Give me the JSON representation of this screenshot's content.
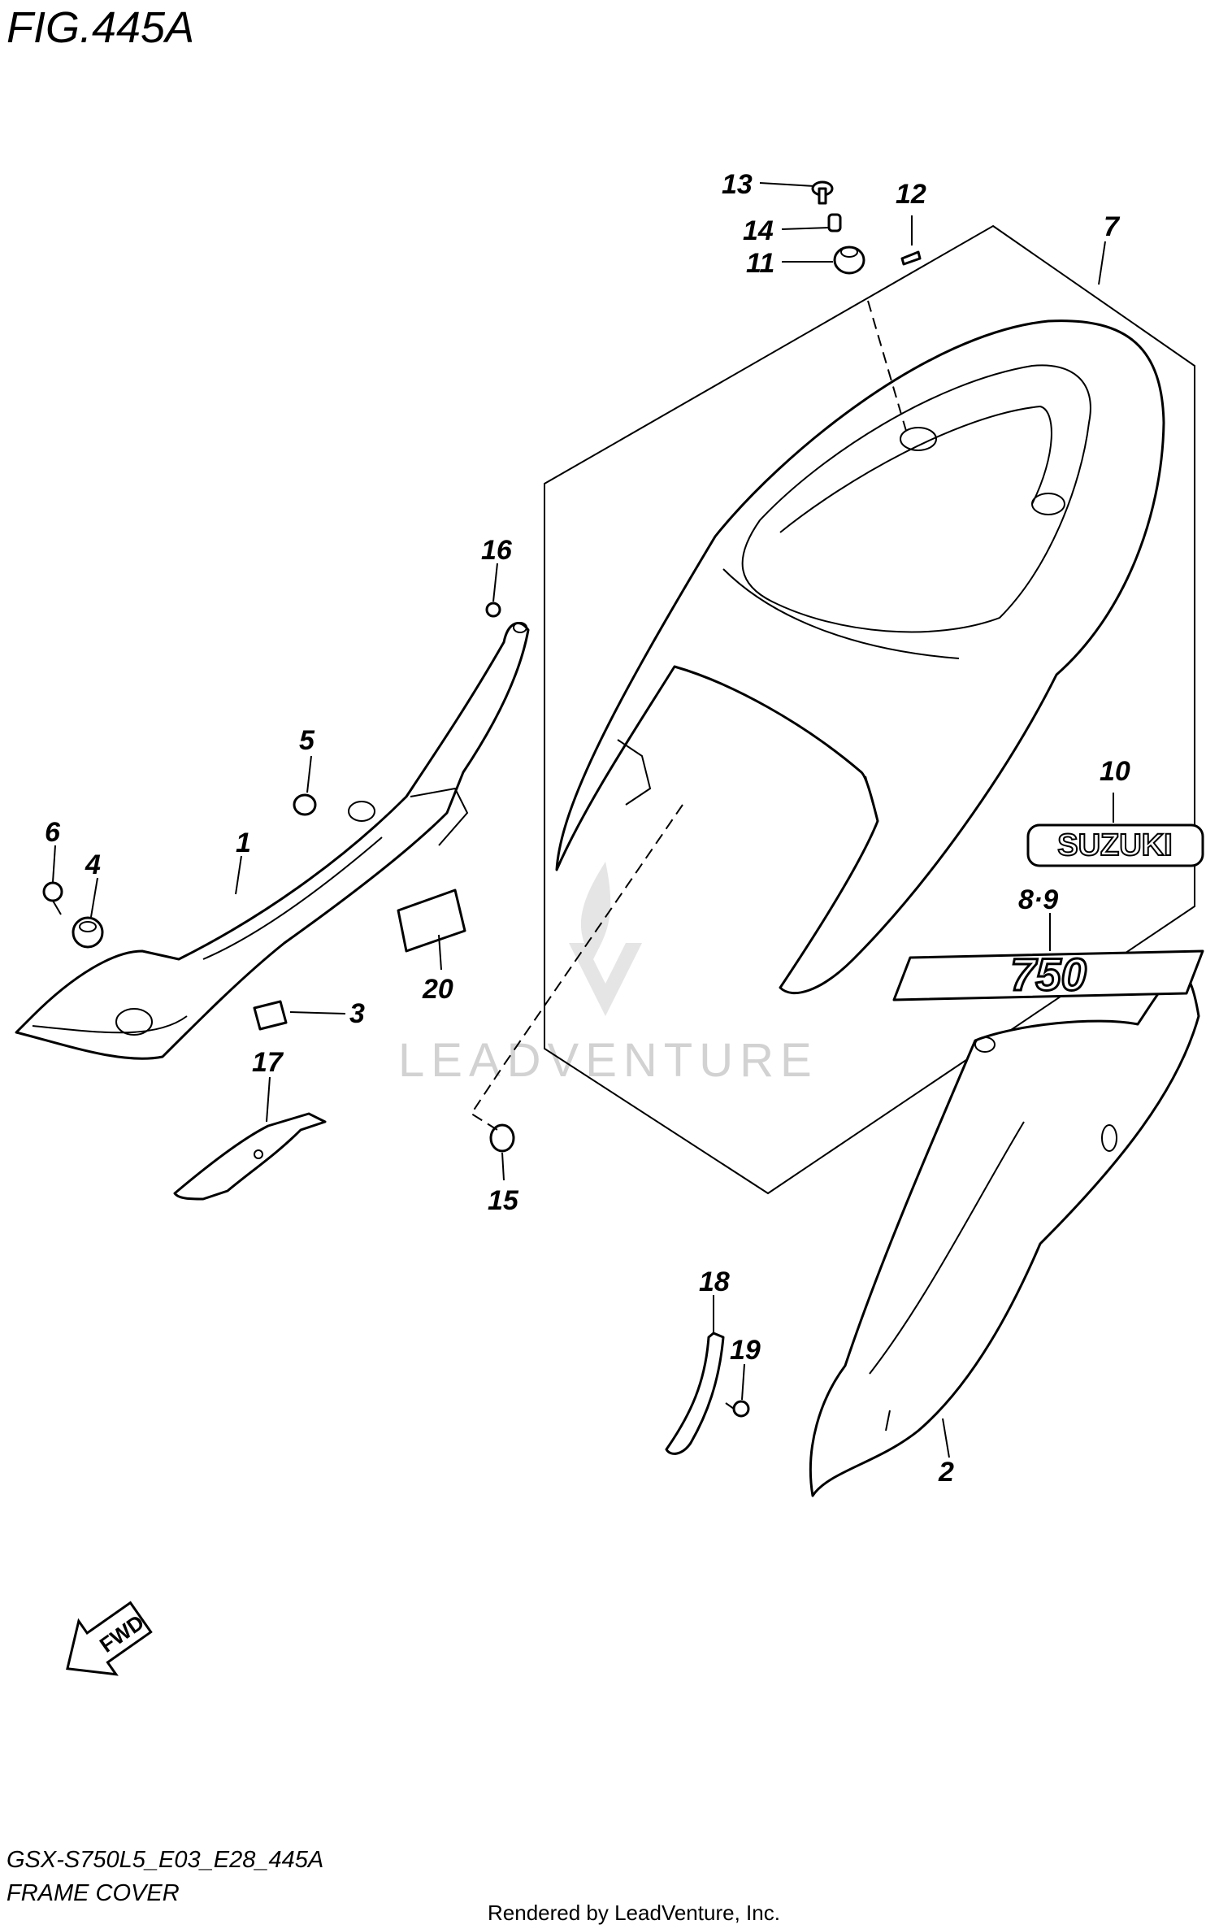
{
  "figure": {
    "title": "FIG.445A",
    "model_code": "GSX-S750L5_E03_E28_445A",
    "section_name": "FRAME COVER",
    "rendered_by": "Rendered by LeadVenture, Inc.",
    "watermark": "LEADVENTURE",
    "fwd_label": "FWD"
  },
  "decals": {
    "brand": "SUZUKI",
    "model": "750"
  },
  "callouts": [
    {
      "id": "c1",
      "label": "1"
    },
    {
      "id": "c2",
      "label": "2"
    },
    {
      "id": "c3",
      "label": "3"
    },
    {
      "id": "c4",
      "label": "4"
    },
    {
      "id": "c5",
      "label": "5"
    },
    {
      "id": "c6",
      "label": "6"
    },
    {
      "id": "c7",
      "label": "7"
    },
    {
      "id": "c89",
      "label": "8·9"
    },
    {
      "id": "c10",
      "label": "10"
    },
    {
      "id": "c11",
      "label": "11"
    },
    {
      "id": "c12",
      "label": "12"
    },
    {
      "id": "c13",
      "label": "13"
    },
    {
      "id": "c14",
      "label": "14"
    },
    {
      "id": "c15",
      "label": "15"
    },
    {
      "id": "c16",
      "label": "16"
    },
    {
      "id": "c17",
      "label": "17"
    },
    {
      "id": "c18",
      "label": "18"
    },
    {
      "id": "c19",
      "label": "19"
    },
    {
      "id": "c20",
      "label": "20"
    }
  ]
}
